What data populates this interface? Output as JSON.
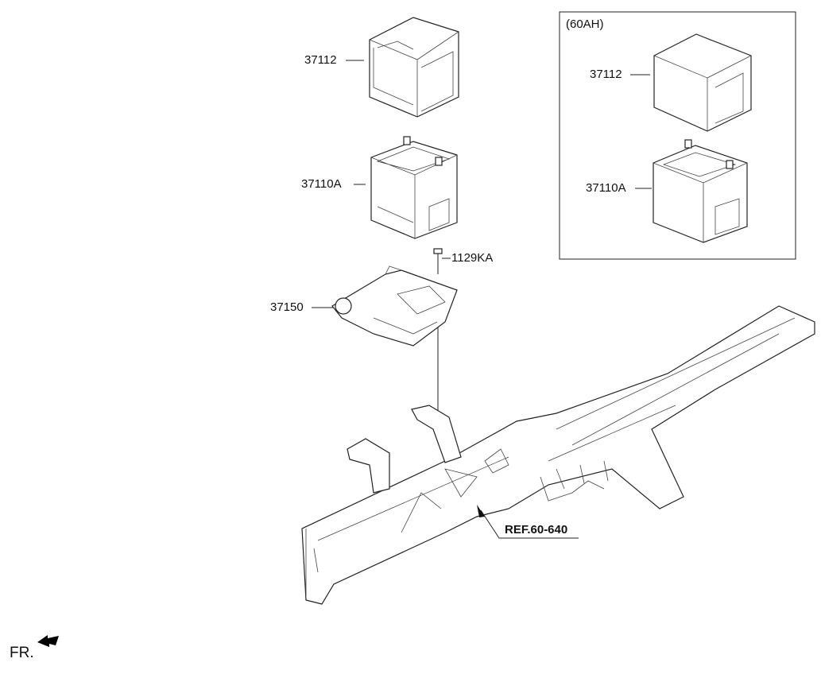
{
  "inset": {
    "title": "(60AH)",
    "labels": {
      "tray": "37112",
      "battery": "37110A"
    }
  },
  "main": {
    "labels": {
      "tray": "37112",
      "battery": "37110A",
      "bolt": "1129KA",
      "bracket": "37150",
      "ref": "REF.60-640"
    }
  },
  "direction": {
    "label": "FR."
  }
}
